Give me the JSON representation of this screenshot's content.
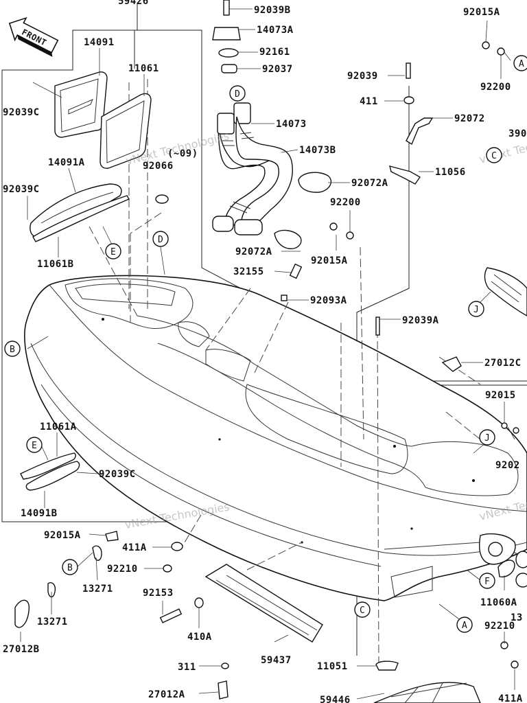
{
  "front_label": "FRONT",
  "watermark": "vNext Technologies",
  "parts": {
    "p59426": "59426",
    "p14091": "14091",
    "p11061": "11061",
    "p92039C_1": "92039C",
    "p92039C_2": "92039C",
    "p92039C_3": "92039C",
    "p14091A": "14091A",
    "p11061B": "11061B",
    "p92066": "92066",
    "p_09": "(~09)",
    "p92039B": "92039B",
    "p14073A": "14073A",
    "p92161": "92161",
    "p92037": "92037",
    "p14073": "14073",
    "p14073B": "14073B",
    "p92072A_1": "92072A",
    "p92072A_2": "92072A",
    "p92200_1": "92200",
    "p92015A_1": "92015A",
    "p32155": "32155",
    "p92093A": "92093A",
    "p92039": "92039",
    "p411": "411",
    "p92072": "92072",
    "p11056": "11056",
    "p92015A_top": "92015A",
    "p92200_top": "92200",
    "p390": "390",
    "p92039A": "92039A",
    "p27012C": "27012C",
    "p92015": "92015",
    "p9202": "9202",
    "p11061A": "11061A",
    "p14091B": "14091B",
    "p92015A_2": "92015A",
    "p411A_1": "411A",
    "p92210_1": "92210",
    "p13271_1": "13271",
    "p13271_2": "13271",
    "p27012B": "27012B",
    "p92153": "92153",
    "p410A": "410A",
    "p59437": "59437",
    "p311": "311",
    "p27012A": "27012A",
    "p11051": "11051",
    "p59446": "59446",
    "p11060A": "11060A",
    "p92210_2": "92210",
    "p411A_2": "411A",
    "p13": "13"
  },
  "callouts": {
    "A1": "A",
    "A2": "A",
    "B1": "B",
    "B2": "B",
    "C1": "C",
    "C2": "C",
    "D1": "D",
    "D2": "D",
    "E1": "E",
    "E2": "E",
    "F1": "F",
    "J1": "J",
    "J2": "J"
  }
}
